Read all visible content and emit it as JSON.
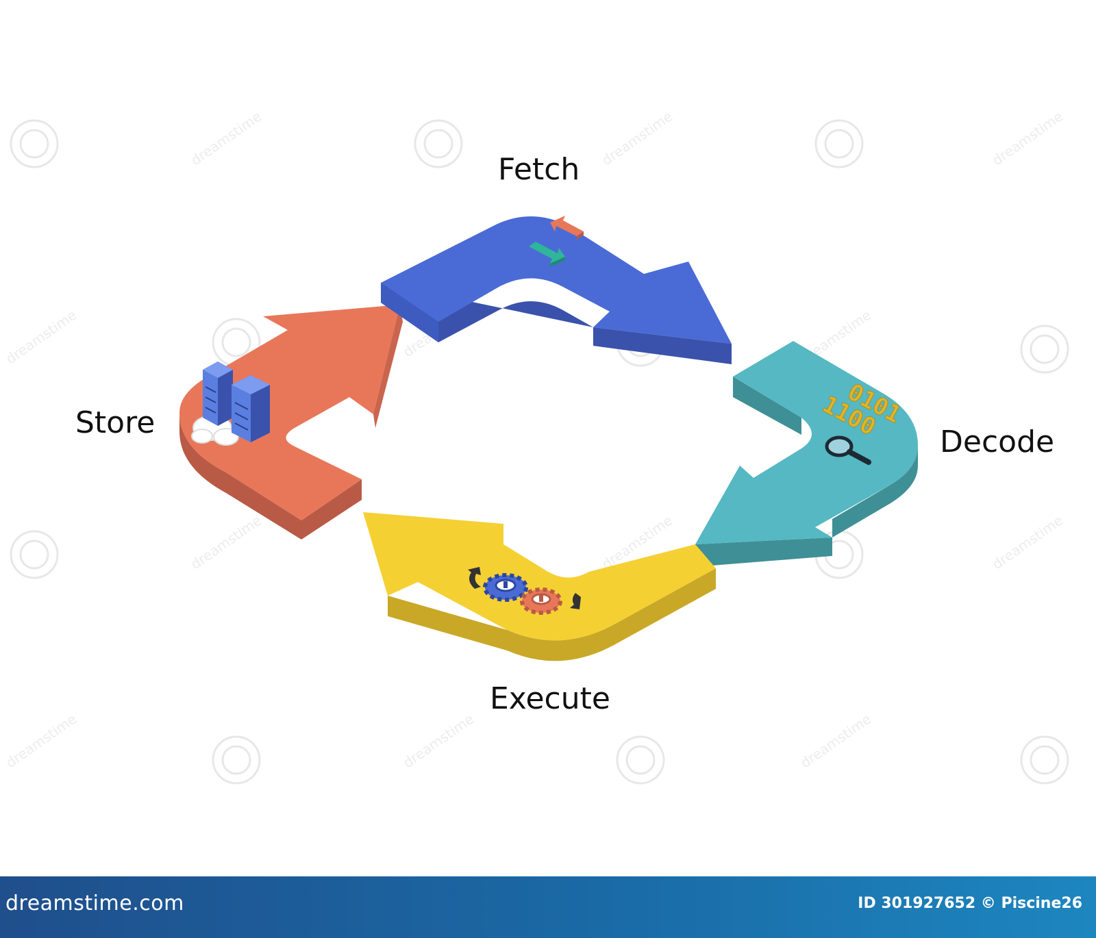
{
  "diagram": {
    "stages": [
      {
        "id": "fetch",
        "label": "Fetch",
        "color": "#4a6bd6",
        "side_color": "#3a52ab",
        "icon": "transfer-arrows-icon"
      },
      {
        "id": "decode",
        "label": "Decode",
        "color": "#55b8c2",
        "side_color": "#3f8f96",
        "icon": "binary-magnifier-icon"
      },
      {
        "id": "execute",
        "label": "Execute",
        "color": "#f5d033",
        "side_color": "#c9a827",
        "icon": "gears-icon"
      },
      {
        "id": "store",
        "label": "Store",
        "color": "#e8775a",
        "side_color": "#b85a45",
        "icon": "server-cloud-icon"
      }
    ],
    "binary_text": [
      "0101",
      "1100"
    ]
  },
  "footer": {
    "brand": "dreamstime.com",
    "credit": "ID 301927652 © Piscine26"
  },
  "watermark": "dreamstime"
}
